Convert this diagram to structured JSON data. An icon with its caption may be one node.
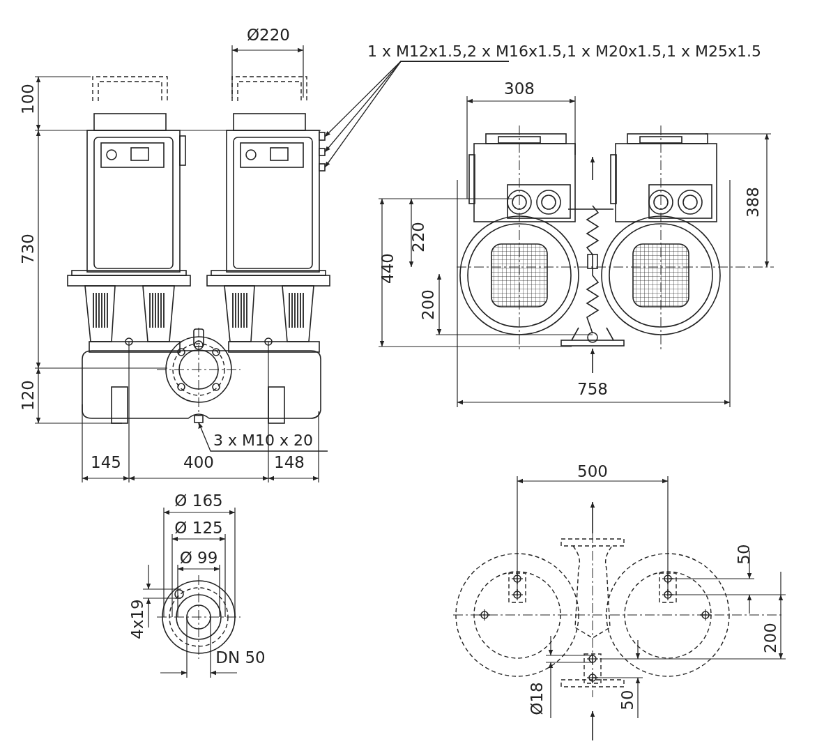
{
  "diagram": {
    "nodes": [
      {
        "text": [
          "1 x M12x1.5,2 x M16x1.5,1 x M20x1.5,1 x M25x1.5"
        ]
      },
      {
        "text": [
          "3 x M10 x 20"
        ]
      },
      {
        "text": [],
        "shape": "box"
      },
      {
        "text": [],
        "shape": "box"
      },
      {
        "text": [],
        "shape": "box"
      },
      {
        "text": [],
        "shape": "box"
      }
    ],
    "edges": [
      {
        "from": 0,
        "to": 2,
        "arrow": "to"
      },
      {
        "from": 0,
        "to": 3,
        "arrow": "to"
      },
      {
        "from": 0,
        "to": 4,
        "arrow": "to"
      },
      {
        "from": 1,
        "to": 5,
        "arrow": "to"
      }
    ],
    "labels": [
      "Ø220",
      "100",
      "308",
      "730",
      "220",
      "388",
      "440",
      "200",
      "120",
      "145",
      "400",
      "148",
      "758",
      "Ø 165",
      "500",
      "Ø 125",
      "Ø 99",
      "50",
      "4x19",
      "200",
      "DN 50",
      "Ø18",
      "50"
    ]
  }
}
